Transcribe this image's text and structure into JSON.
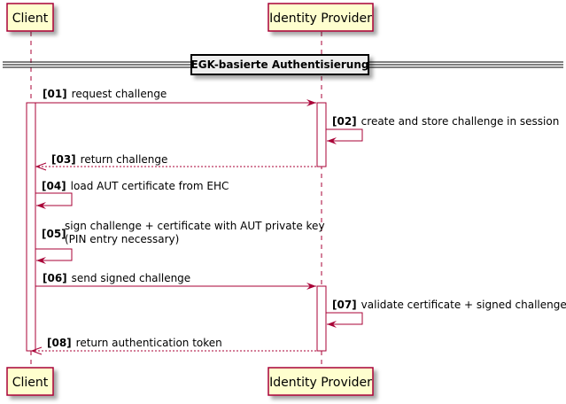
{
  "divider": {
    "label": "EGK-basierte Authentisierung"
  },
  "participants": {
    "client": {
      "label": "Client"
    },
    "idp": {
      "label": "Identity Provider"
    }
  },
  "messages": [
    {
      "num": "[01]",
      "lines": [
        "request challenge"
      ]
    },
    {
      "num": "[02]",
      "lines": [
        "create and store challenge in session"
      ]
    },
    {
      "num": "[03]",
      "lines": [
        "return challenge"
      ]
    },
    {
      "num": "[04]",
      "lines": [
        "load AUT certificate from EHC"
      ]
    },
    {
      "num": "[05]",
      "lines": [
        "sign challenge + certificate with AUT private key",
        "(PIN entry necessary)"
      ]
    },
    {
      "num": "[06]",
      "lines": [
        "send signed challenge"
      ]
    },
    {
      "num": "[07]",
      "lines": [
        "validate certificate + signed challenge"
      ]
    },
    {
      "num": "[08]",
      "lines": [
        "return authentication token"
      ]
    }
  ],
  "colors": {
    "participant_fill": "#FEFECE",
    "participant_border": "#A80036",
    "arrow": "#A80036",
    "divider_fill": "#EEEEEE"
  }
}
